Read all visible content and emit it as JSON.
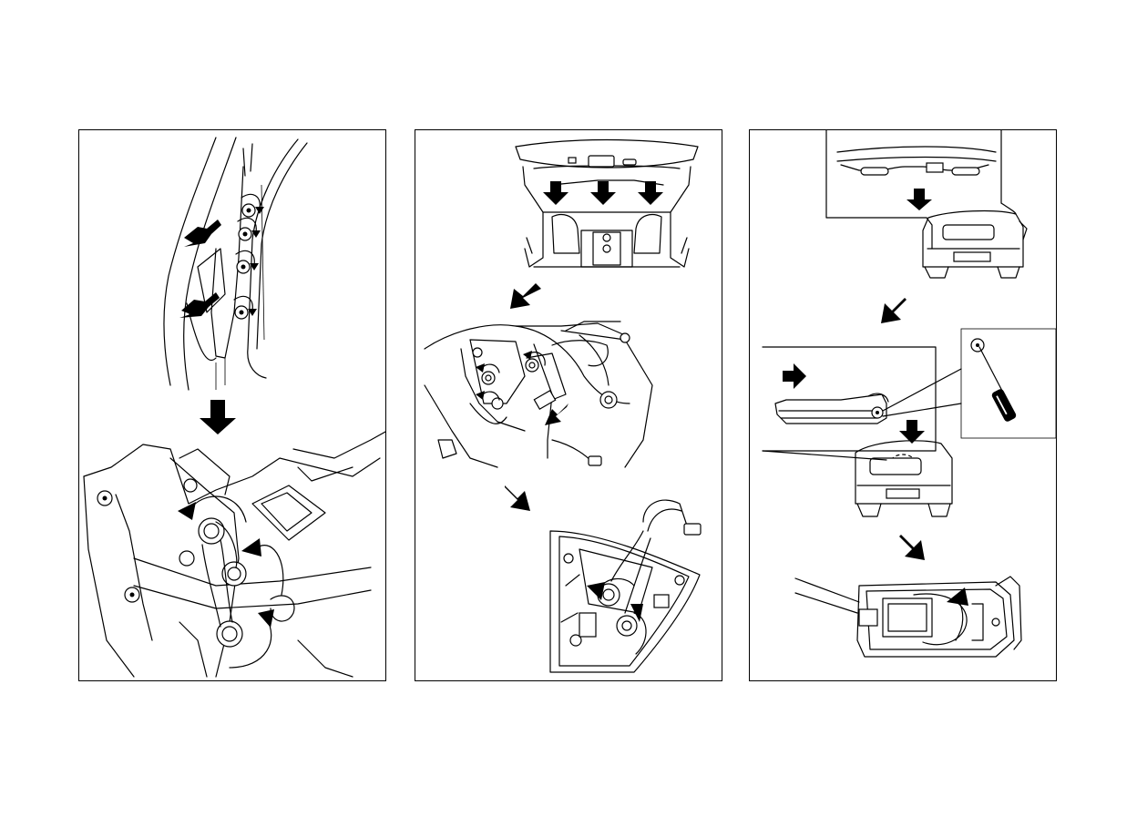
{
  "figure": {
    "panels": [
      {
        "id": "panel-1",
        "description_icons": [
          "pull-arrow-icon",
          "rotate-arrow-icon",
          "down-arrow-icon"
        ]
      },
      {
        "id": "panel-2",
        "description_icons": [
          "push-arrow-icon",
          "diagonal-arrow-icon",
          "rotate-arrow-icon"
        ]
      },
      {
        "id": "panel-3",
        "description_icons": [
          "down-arrow-icon",
          "screwdriver-icon",
          "rotate-arrow-icon"
        ]
      }
    ],
    "colors": {
      "line": "#000000",
      "background": "#ffffff"
    }
  }
}
